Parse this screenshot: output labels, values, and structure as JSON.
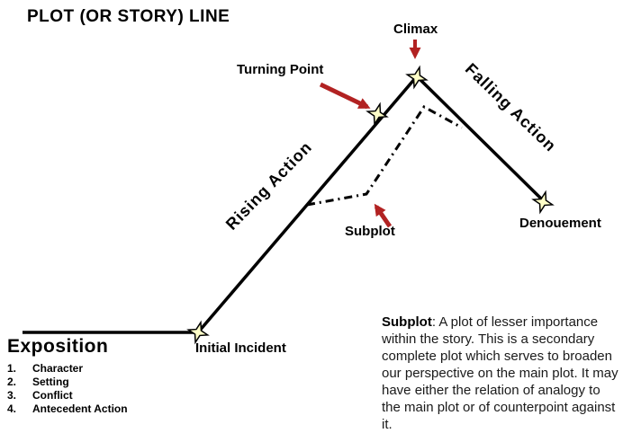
{
  "title": "PLOT (OR STORY) LINE",
  "labels": {
    "climax": "Climax",
    "turning_point": "Turning Point",
    "rising_action": "Rising Action",
    "falling_action": "Falling Action",
    "subplot": "Subplot",
    "denouement": "Denouement",
    "initial_incident": "Initial Incident"
  },
  "exposition": {
    "heading": "Exposition",
    "items": [
      {
        "number": "1.",
        "label": "Character"
      },
      {
        "number": "2.",
        "label": "Setting"
      },
      {
        "number": "3.",
        "label": "Conflict"
      },
      {
        "number": "4.",
        "label": "Antecedent Action"
      }
    ]
  },
  "definition": {
    "term": "Subplot",
    "body": ": A plot of lesser importance within the story. This is a secondary complete plot which serves to broaden our perspective on the main plot. It may have either the relation of analogy to the main plot or of counterpoint against it."
  },
  "colors": {
    "line_black": "#000000",
    "arrow_red": "#b22222",
    "star_fill": "#ffffc8",
    "star_stroke": "#000000"
  }
}
